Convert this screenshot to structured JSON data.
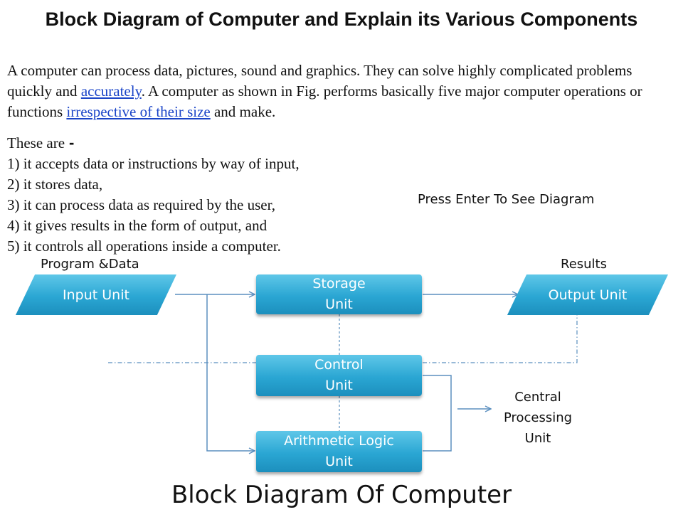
{
  "title": "Block Diagram of Computer and Explain its Various Components",
  "intro": {
    "part1": "A computer can process data, pictures, sound and graphics. They can solve highly complicated problems quickly and ",
    "link1": "accurately",
    "part2": ". A computer as shown in Fig.  performs basically five major computer operations or functions ",
    "link2": "irrespective of their size",
    "part3": " and make."
  },
  "these_are": "These are",
  "these_dash": "-",
  "operations": [
    "1) it accepts data or instructions by way of input,",
    "2) it stores data,",
    "3) it can process data as required by the user,",
    "4) it gives results in the form of output, and",
    "5) it controls all operations inside a computer."
  ],
  "press_enter": "Press Enter To See Diagram",
  "diagram": {
    "input_label": "Program &Data",
    "output_label": "Results",
    "input_unit": "Input Unit",
    "storage_unit": [
      "Storage",
      "Unit"
    ],
    "output_unit": "Output Unit",
    "control_unit": [
      "Control",
      "Unit"
    ],
    "alu": [
      "Arithmetic Logic",
      "Unit"
    ],
    "cpu_label": [
      "Central",
      "Processing",
      "Unit"
    ]
  },
  "footer": "Block Diagram Of Computer",
  "colors": {
    "block": "#2aa6d3",
    "line": "#5b8fbf",
    "link": "#1a44c8"
  }
}
